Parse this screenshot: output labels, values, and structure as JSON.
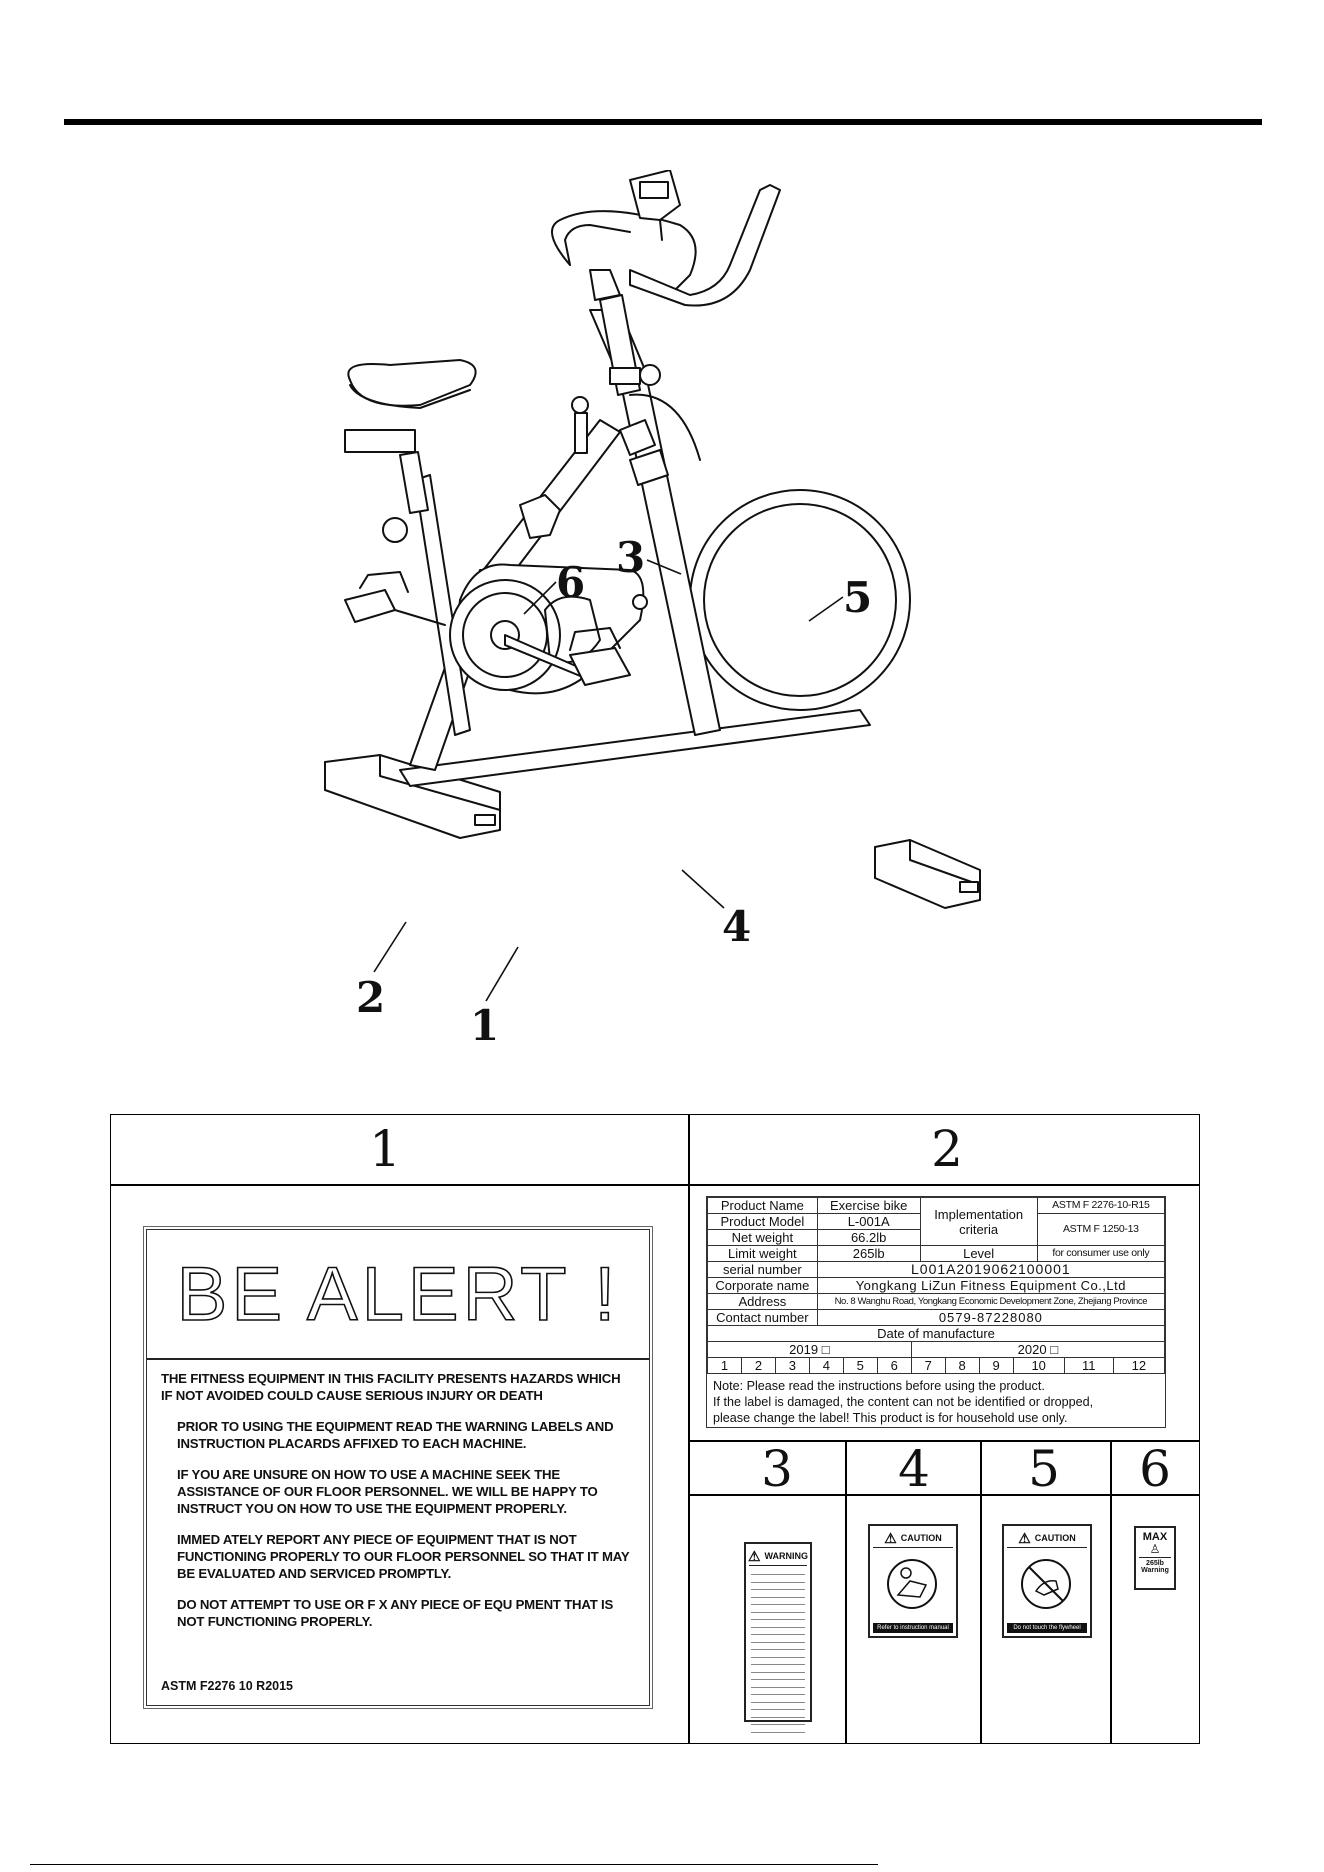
{
  "callouts": [
    "1",
    "2",
    "3",
    "4",
    "5",
    "6"
  ],
  "grid_numbers": [
    "1",
    "2",
    "3",
    "4",
    "5",
    "6"
  ],
  "alert_label": {
    "title": "BE ALERT !",
    "p1": "THE FITNESS EQUIPMENT IN THIS FACILITY PRESENTS HAZARDS WHICH  IF NOT AVOIDED  COULD CAUSE SERIOUS INJURY OR DEATH",
    "p2": "PRIOR TO USING THE EQUIPMENT READ THE WARNING LABELS AND INSTRUCTION PLACARDS AFFIXED TO EACH MACHINE.",
    "p3": "IF YOU ARE UNSURE ON HOW TO USE A MACHINE  SEEK THE ASSISTANCE OF OUR FLOOR PERSONNEL. WE WILL BE HAPPY TO INSTRUCT YOU ON HOW TO USE THE EQUIPMENT PROPERLY.",
    "p4": "IMMED ATELY REPORT ANY PIECE OF EQUIPMENT THAT IS NOT FUNCTIONING PROPERLY TO OUR FLOOR PERSONNEL SO THAT IT MAY BE EVALUATED AND SERVICED PROMPTLY.",
    "p5": "DO NOT ATTEMPT TO USE OR F X ANY PIECE OF EQU PMENT THAT IS NOT FUNCTIONING PROPERLY.",
    "standard": "ASTM F2276 10 R2015"
  },
  "product_label": {
    "product_name_label": "Product Name",
    "product_name": "Exercise bike",
    "product_model_label": "Product Model",
    "product_model": "L-001A",
    "net_weight_label": "Net weight",
    "net_weight": "66.2lb",
    "limit_weight_label": "Limit weight",
    "limit_weight": "265lb",
    "impl_label_1": "Implementation",
    "impl_label_2": "criteria",
    "astm1": "ASTM F 2276-10-R15",
    "astm2": "ASTM F 1250-13",
    "level_label": "Level",
    "level": "for consumer use only",
    "serial_label": "serial number",
    "serial": "L001A2019062100001",
    "corp_label": "Corporate name",
    "corp": "Yongkang LiZun Fitness Equipment Co.,Ltd",
    "address_label": "Address",
    "address": "No. 8 Wanghu Road, Yongkang Economic Development Zone, Zhejiang Province",
    "contact_label": "Contact number",
    "contact": "0579-87228080",
    "date_label": "Date of manufacture",
    "year1": "2019 □",
    "year2": "2020 □",
    "months": [
      "1",
      "2",
      "3",
      "4",
      "5",
      "6",
      "7",
      "8",
      "9",
      "10",
      "11",
      "12"
    ],
    "note1": "Note: Please read the instructions before using the product.",
    "note2": "If the label is damaged, the content can not be identified or dropped,",
    "note3": "please change the label! This product is for household use only."
  },
  "stickers": {
    "warning": "WARNING",
    "caution_read": "CAUTION",
    "caution_read_foot": "Refer to instruction manual",
    "caution_touch": "CAUTION",
    "caution_touch_foot": "Do not touch the flywheel",
    "max_title": "MAX",
    "max_weight": "265lb",
    "max_foot": "Warning"
  }
}
